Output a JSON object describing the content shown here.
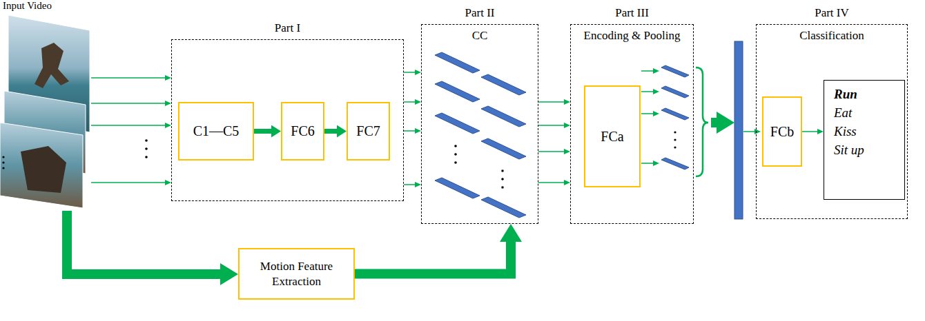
{
  "diagram": {
    "nodes": [
      {
        "text": [
          "Part I"
        ]
      },
      {
        "text": [
          "C1—C5"
        ],
        "in": 0
      },
      {
        "text": [
          "FC6"
        ],
        "in": 0
      },
      {
        "text": [
          "FC7"
        ],
        "in": 0
      },
      {
        "text": [
          "Part II",
          "CC"
        ]
      },
      {
        "text": [
          "Part III",
          "Encoding & Pooling"
        ]
      },
      {
        "text": [
          "FCa"
        ],
        "in": 5
      },
      {
        "text": [
          "Part IV",
          "Classification"
        ]
      },
      {
        "text": [
          "FCb"
        ],
        "in": 7
      },
      {
        "text": [
          "Run",
          "Eat",
          "Kiss",
          "Sit up"
        ],
        "in": 7
      },
      {
        "text": [
          "Motion Feature Extraction"
        ]
      }
    ],
    "edges": [
      {
        "from": 1,
        "to": 2,
        "arrow": "to"
      },
      {
        "from": 2,
        "to": 3,
        "arrow": "to"
      },
      {
        "from": 0,
        "to": 4,
        "arrow": "to"
      },
      {
        "from": 0,
        "to": 4,
        "arrow": "to"
      },
      {
        "from": 0,
        "to": 4,
        "arrow": "to"
      },
      {
        "from": 0,
        "to": 4,
        "arrow": "to"
      },
      {
        "from": 4,
        "to": 5,
        "arrow": "to"
      },
      {
        "from": 4,
        "to": 5,
        "arrow": "to"
      },
      {
        "from": 4,
        "to": 5,
        "arrow": "to"
      },
      {
        "from": 4,
        "to": 5,
        "arrow": "to"
      },
      {
        "from": 10,
        "to": 4,
        "arrow": "to"
      },
      {
        "from": 8,
        "to": 9,
        "arrow": "to"
      }
    ],
    "labels": [
      "Input Video"
    ]
  }
}
